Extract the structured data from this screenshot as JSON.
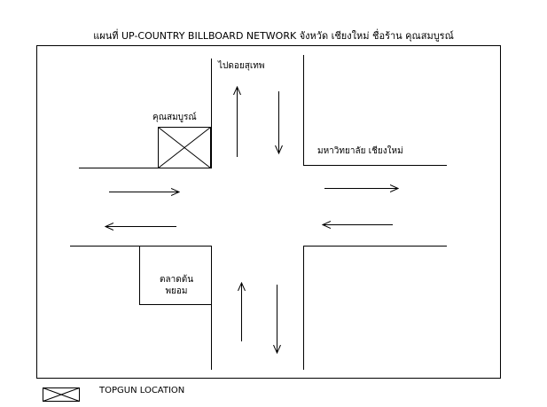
{
  "map": {
    "title": "แผนที่ UP-COUNTRY BILLBOARD NETWORK จังหวัด เชียงใหม่ ชื่อร้าน คุณสมบูรณ์",
    "labels": {
      "north_road": "ไปดอยสุเทพ",
      "shop": "คุณสมบูรณ์",
      "east_road": "มหาวิทยาลัย เชียงใหม่",
      "market_line1": "ตลาดต้น",
      "market_line2": "พยอม"
    },
    "legend": {
      "icon": "crossed-box-icon",
      "text": "TOPGUN LOCATION"
    },
    "colors": {
      "line": "#000000",
      "background": "#ffffff"
    }
  }
}
